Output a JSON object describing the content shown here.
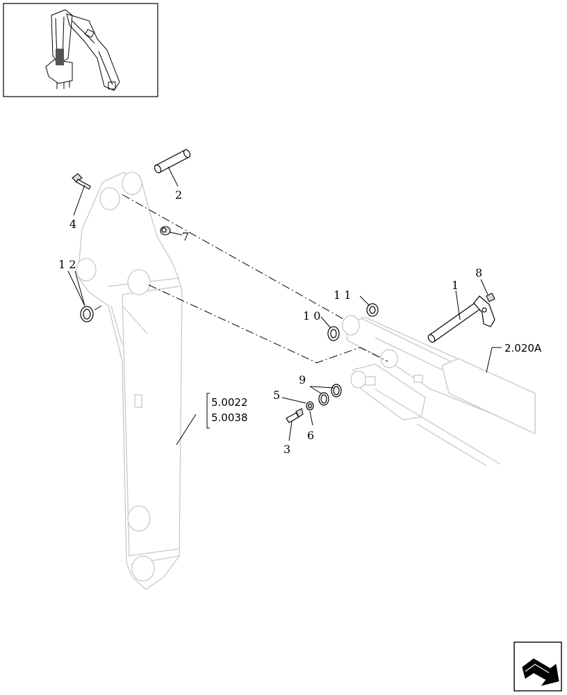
{
  "callouts": {
    "c1": "1",
    "c2": "2",
    "c3": "3",
    "c4": "4",
    "c5": "5",
    "c6": "6",
    "c7": "7",
    "c8": "8",
    "c9": "9",
    "c10": "1 0",
    "c11": "1 1",
    "c12": "1 2"
  },
  "references": {
    "ref_a": "5.0022",
    "ref_b": "5.0038",
    "ref_c": "2.020A"
  },
  "icons": {
    "thumbnail": "excavator-arm-thumbnail",
    "navigation": "next-page-arrow-icon"
  }
}
